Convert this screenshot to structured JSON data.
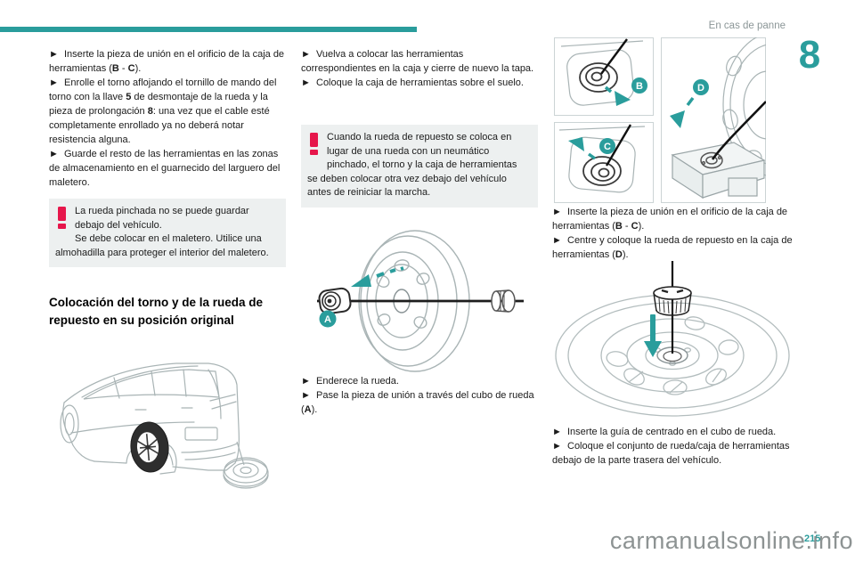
{
  "header": {
    "section_title": "En cas de panne",
    "chapter_number": "8"
  },
  "footer": {
    "page_number": "215",
    "watermark": "carmanualsonline.info"
  },
  "colors": {
    "accent_teal": "#2A9D9C",
    "warning_red": "#E6164B",
    "box_bg": "#EDF0F0",
    "art_line_gray": "#A9B4B5",
    "header_gray": "#8b9697"
  },
  "icons": {
    "warning": "exclamation-icon",
    "bullet": "right-pointer"
  },
  "left_column": {
    "bullets": [
      [
        {
          "t": "►  Inserte la pieza de unión en el orificio de la caja de herramientas ("
        },
        {
          "t": "B",
          "b": true
        },
        {
          "t": " - "
        },
        {
          "t": "C",
          "b": true
        },
        {
          "t": ")."
        }
      ],
      [
        {
          "t": "►  Enrolle el torno aflojando el tornillo de mando del torno con la llave "
        },
        {
          "t": "5",
          "b": true
        },
        {
          "t": " de desmontaje de la rueda y la pieza de prolongación "
        },
        {
          "t": "8",
          "b": true
        },
        {
          "t": ": una vez que el cable esté completamente enrollado ya no deberá notar resistencia alguna."
        }
      ],
      [
        {
          "t": "►  Guarde el resto de las herramientas en las zonas de almacenamiento en el guarnecido del larguero del maletero."
        }
      ]
    ],
    "warning": {
      "lead": "La rueda pinchada no se puede guardar debajo del vehículo.",
      "rest": "Se debe colocar en el maletero. Utilice una almohadilla para proteger el interior del maletero."
    },
    "heading": "Colocación del torno y de la rueda de repuesto en su posición original",
    "illustration": "car-rear-with-spare-wheel-under-vehicle"
  },
  "middle_column": {
    "bullets_top": [
      [
        {
          "t": "►  Vuelva a colocar las herramientas correspondientes en la caja y cierre de nuevo la tapa."
        }
      ],
      [
        {
          "t": "►  Coloque la caja de herramientas sobre el suelo."
        }
      ]
    ],
    "warning": {
      "lead": "Cuando la rueda de repuesto se coloca en lugar de una rueda con un neumático pinchado, el torno y la caja de herramientas se deben colocar otra vez debajo del vehículo antes de reiniciar la marcha.",
      "rest": ""
    },
    "illustration": {
      "name": "wheel-hub-connector-rod",
      "label": "A"
    },
    "bullets_bottom": [
      [
        {
          "t": "►  Enderece la rueda."
        }
      ],
      [
        {
          "t": "►  Pase la pieza de unión a través del cubo de rueda ("
        },
        {
          "t": "A",
          "b": true
        },
        {
          "t": ")."
        }
      ]
    ]
  },
  "right_column": {
    "illustration_top": {
      "name": "toolbox-cable-steps",
      "label_b": "B",
      "label_c": "C",
      "label_d": "D"
    },
    "bullets_top": [
      [
        {
          "t": "►  Inserte la pieza de unión en el orificio de la caja de herramientas ("
        },
        {
          "t": "B",
          "b": true
        },
        {
          "t": " - "
        },
        {
          "t": "C",
          "b": true
        },
        {
          "t": ")."
        }
      ],
      [
        {
          "t": "►  Centre y coloque la rueda de repuesto en la caja de herramientas ("
        },
        {
          "t": "D",
          "b": true
        },
        {
          "t": ")."
        }
      ]
    ],
    "illustration_bottom": {
      "name": "centering-guide-into-wheel-hub"
    },
    "bullets_bottom": [
      [
        {
          "t": "►  Inserte la guía de centrado en el cubo de rueda."
        }
      ],
      [
        {
          "t": "►  Coloque el conjunto de rueda/caja de herramientas debajo de la parte trasera del vehículo."
        }
      ]
    ]
  }
}
